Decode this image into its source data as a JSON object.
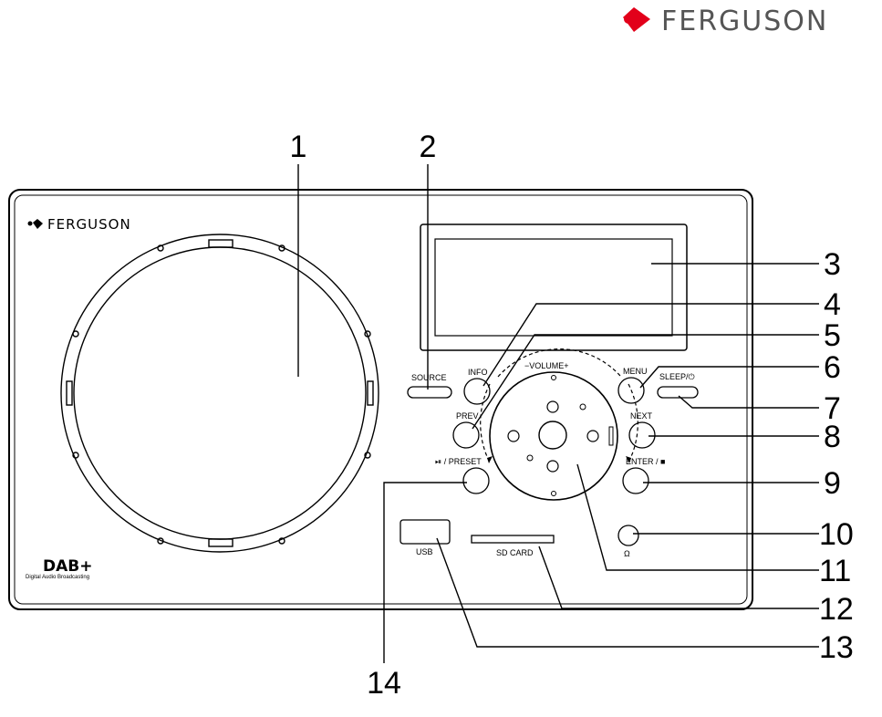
{
  "brand": {
    "name": "FERGUSON",
    "accent_color": "#e2001a"
  },
  "device": {
    "logo": "FERGUSON",
    "dab_logo": "DAB+",
    "dab_caption": "Digital Audio Broadcasting",
    "labels": {
      "source": "SOURCE",
      "info": "INFO",
      "menu": "MENU",
      "sleep": "SLEEP/⏻",
      "prev": "PREV",
      "next": "NEXT",
      "volume": "−VOLUME+",
      "enter": "ENTER / ■",
      "preset": "⏯ / PRESET",
      "usb": "USB",
      "sd_card": "SD CARD",
      "headphone": "Ω"
    }
  },
  "callouts": [
    "1",
    "2",
    "3",
    "4",
    "5",
    "6",
    "7",
    "8",
    "9",
    "10",
    "11",
    "12",
    "13",
    "14"
  ]
}
